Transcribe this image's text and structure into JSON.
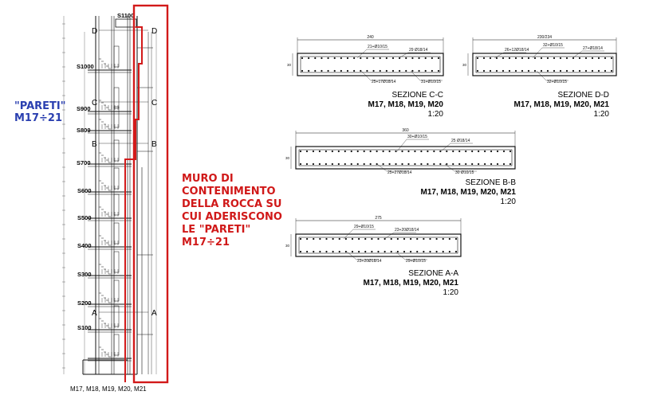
{
  "left_label": {
    "line1": "\"PARETI\"",
    "line2": "M17÷21"
  },
  "wall_label": {
    "lines": [
      "MURO DI",
      "CONTENIMENTO",
      "DELLA ROCCA SU",
      "CUI ADERISCONO",
      "LE \"PARETI\"",
      "M17÷21"
    ]
  },
  "elevation": {
    "levels": [
      "S1100",
      "S1000",
      "S900",
      "S800",
      "S700",
      "S600",
      "S500",
      "S400",
      "S300",
      "S200",
      "S100"
    ],
    "section_marks": [
      "D",
      "C",
      "B",
      "A"
    ],
    "footer": "M17, M18, M19, M20, M21"
  },
  "sections": [
    {
      "title": "SEZIONE C-C",
      "walls": "M17, M18, M19, M20",
      "scale": "1:20",
      "width_dim": "240",
      "depth_dim": "30",
      "notes": [
        "21+Ø10/15",
        "29 Ø18/14",
        "25+17Ø18/14",
        "31+Ø10/15"
      ]
    },
    {
      "title": "SEZIONE D-D",
      "walls": "M17, M18, M19, M20, M21",
      "scale": "1:20",
      "width_dim": "230/234",
      "depth_dim": "30",
      "notes": [
        "26+12Ø18/14",
        "32+Ø10/15",
        "27+Ø18/14",
        "32+Ø10/15"
      ]
    },
    {
      "title": "SEZIONE B-B",
      "walls": "M17, M18, M19, M20, M21",
      "scale": "1:20",
      "width_dim": "360",
      "depth_dim": "30",
      "notes": [
        "30+Ø10/15",
        "25 Ø18/14",
        "25+27Ø18/14",
        "30 Ø10/15"
      ]
    },
    {
      "title": "SEZIONE A-A",
      "walls": "M17, M18, M19, M20, M21",
      "scale": "1:20",
      "width_dim": "275",
      "depth_dim": "30",
      "notes": [
        "29+Ø10/15",
        "23+20Ø18/14",
        "23+20Ø18/14",
        "29+Ø10/15"
      ]
    }
  ],
  "colors": {
    "highlight_red": "#d21a1a",
    "label_blue": "#2a3fb0",
    "line": "#111111"
  }
}
